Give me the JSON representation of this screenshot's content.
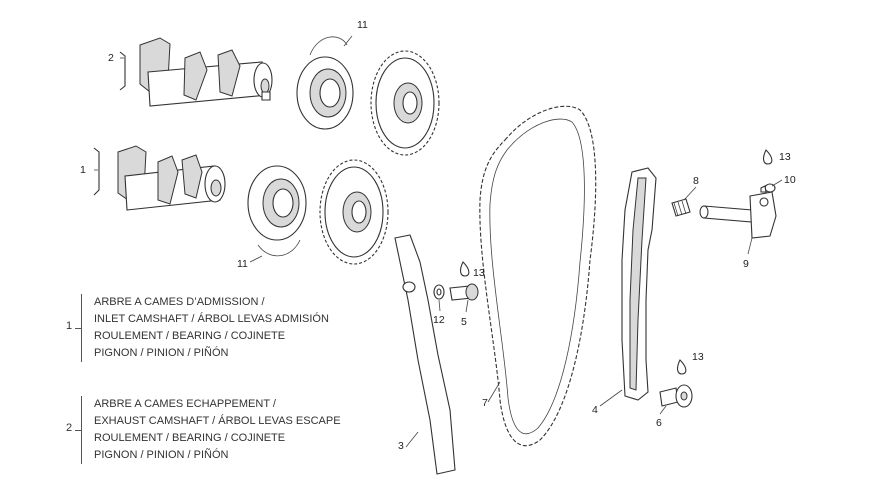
{
  "callouts": {
    "c1": "1",
    "c2": "2",
    "c3": "3",
    "c4": "4",
    "c5": "5",
    "c6": "6",
    "c7": "7",
    "c8": "8",
    "c9": "9",
    "c10": "10",
    "c11a": "11",
    "c11b": "11",
    "c12": "12",
    "c13a": "13",
    "c13b": "13",
    "c13c": "13"
  },
  "legend": {
    "group1": {
      "number": "1",
      "lines": [
        "ARBRE A CAMES D’ADMISSION /",
        "INLET CAMSHAFT / ÁRBOL LEVAS ADMISIÓN",
        "ROULEMENT / BEARING / COJINETE",
        "PIGNON / PINION / PIÑÓN"
      ]
    },
    "group2": {
      "number": "2",
      "lines": [
        "ARBRE A CAMES ECHAPPEMENT /",
        "EXHAUST CAMSHAFT / ÁRBOL LEVAS ESCAPE",
        "ROULEMENT / BEARING / COJINETE",
        "PIGNON / PINION / PIÑÓN"
      ]
    }
  }
}
